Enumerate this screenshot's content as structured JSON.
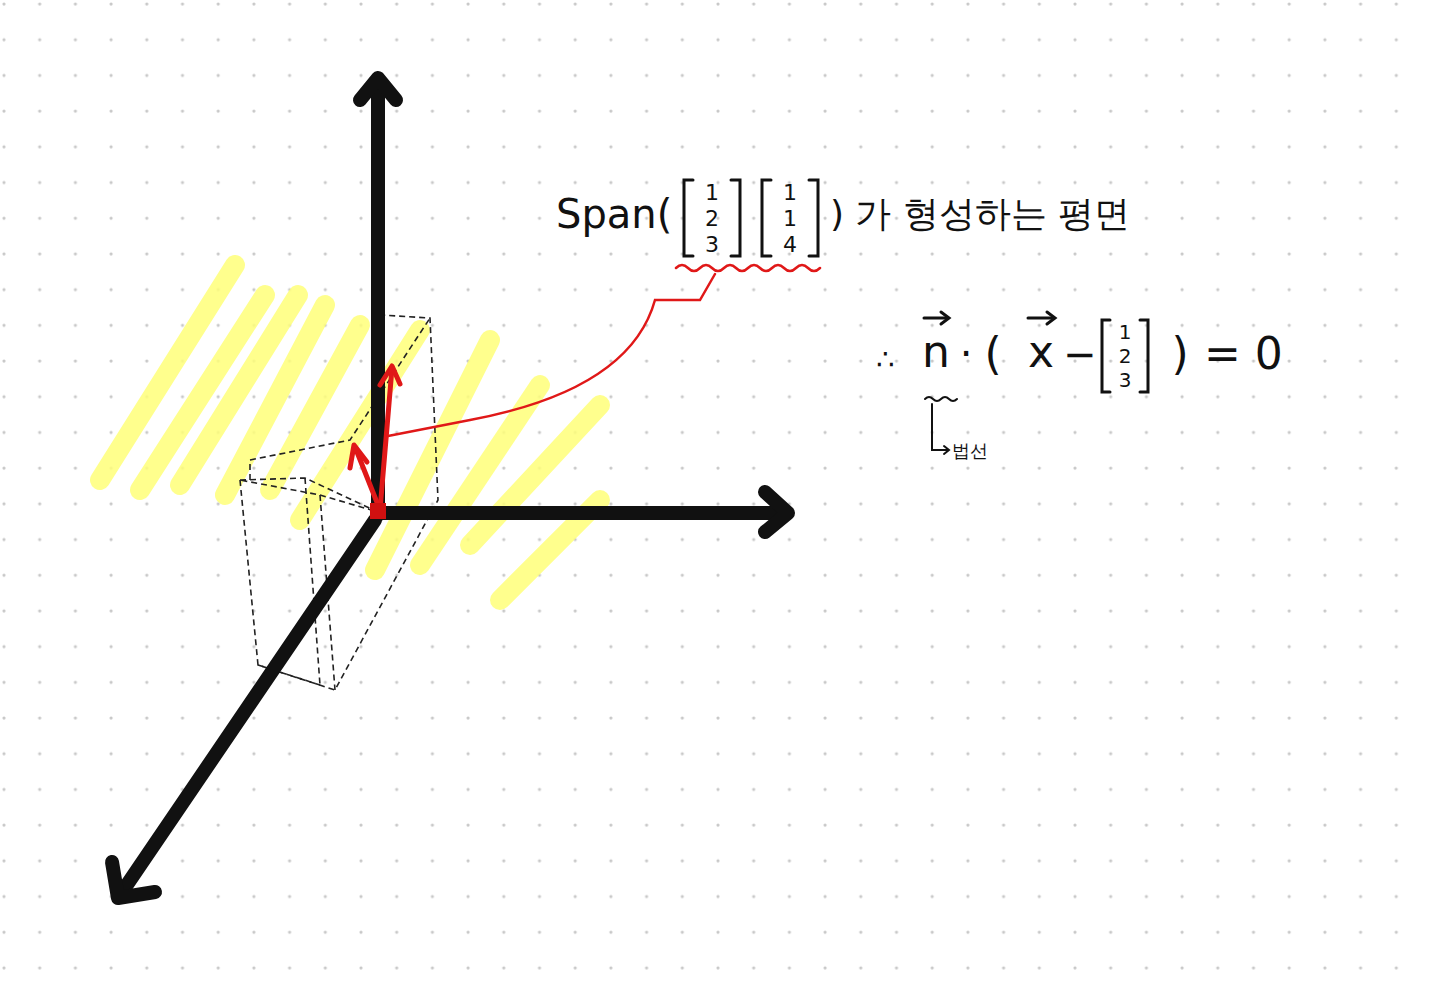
{
  "diagram": {
    "labels": [
      "Span(",
      "1",
      "2",
      "3",
      "1",
      "1",
      "4",
      ") 가 형성하는 평면",
      "∴",
      "n",
      "·",
      "(",
      "x",
      "−",
      "1",
      "2",
      "3",
      ")",
      "= 0",
      "법선"
    ]
  }
}
